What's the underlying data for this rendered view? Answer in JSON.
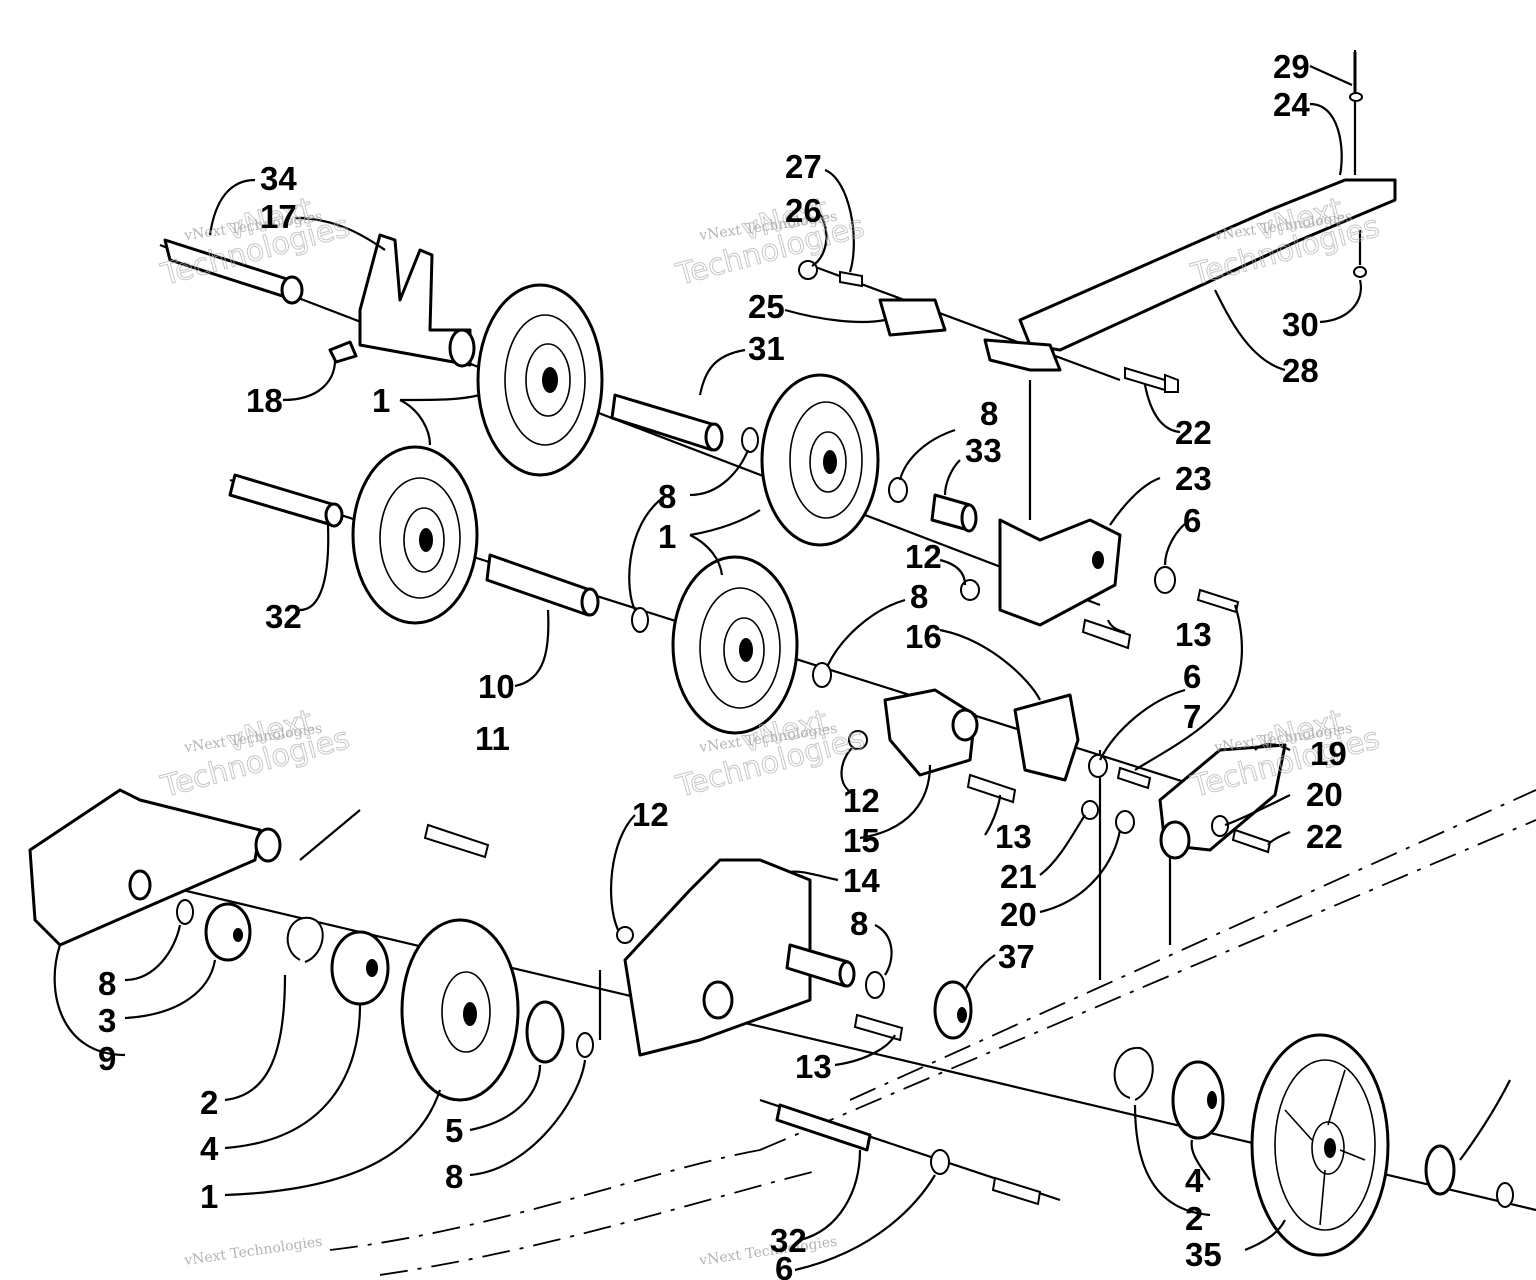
{
  "diagram": {
    "callouts": [
      "29",
      "24",
      "27",
      "26",
      "34",
      "17",
      "25",
      "31",
      "30",
      "28",
      "18",
      "1",
      "22",
      "8",
      "33",
      "23",
      "8",
      "1",
      "6",
      "12",
      "13",
      "32",
      "8",
      "16",
      "10",
      "6",
      "7",
      "11",
      "19",
      "12",
      "12",
      "20",
      "15",
      "13",
      "22",
      "14",
      "21",
      "20",
      "8",
      "37",
      "8",
      "3",
      "9",
      "13",
      "2",
      "4",
      "5",
      "8",
      "1",
      "4",
      "2",
      "32",
      "6",
      "35"
    ],
    "watermarks": [
      "vNext Technologies",
      "vNext Technologies",
      "vNext Technologies",
      "vNext Technologies",
      "vNext Technologies",
      "vNext Technologies",
      "vNext Technologies",
      "vNext Technologies"
    ],
    "watermark_big": [
      "vNext",
      "Technologies"
    ]
  }
}
